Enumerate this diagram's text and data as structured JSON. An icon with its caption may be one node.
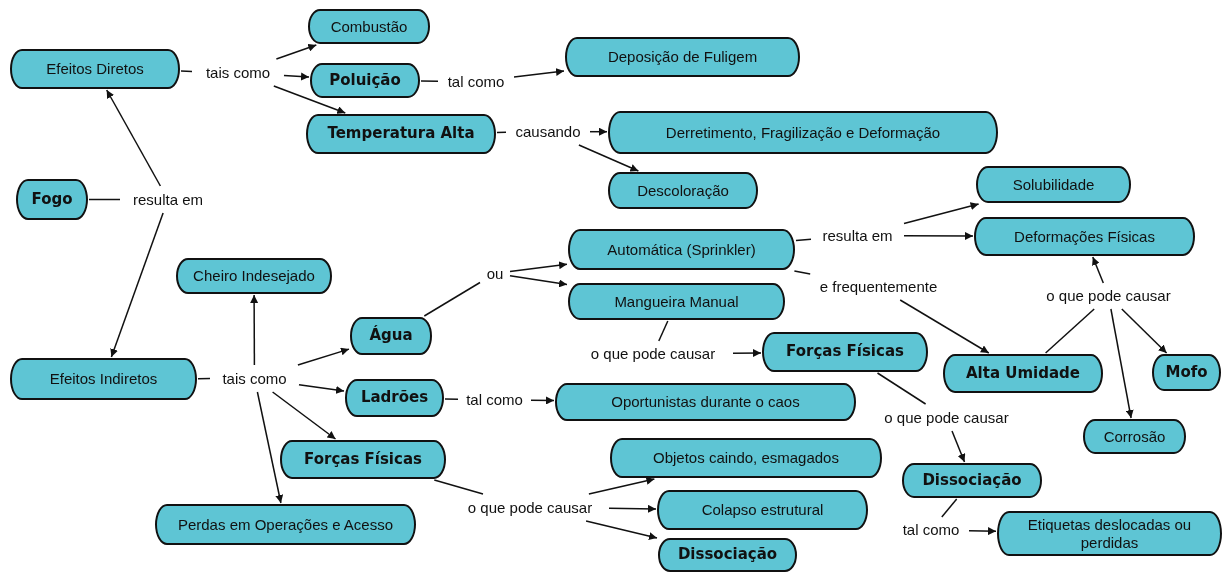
{
  "diagram": {
    "nodes": [
      {
        "text": [
          "Combustão"
        ]
      },
      {
        "text": [
          "Efeitos Diretos"
        ]
      },
      {
        "text": [
          "tais como"
        ]
      },
      {
        "text": [
          "Poluição"
        ]
      },
      {
        "text": [
          "tal como"
        ]
      },
      {
        "text": [
          "Deposição de Fuligem"
        ]
      },
      {
        "text": [
          "Temperatura Alta"
        ]
      },
      {
        "text": [
          "causando"
        ]
      },
      {
        "text": [
          "Derretimento, Fragilização e Deformação"
        ]
      },
      {
        "text": [
          "Descoloração"
        ]
      },
      {
        "text": [
          "Fogo"
        ]
      },
      {
        "text": [
          "resulta em"
        ]
      },
      {
        "text": [
          "Solubilidade"
        ]
      },
      {
        "text": [
          "Automática (Sprinkler)"
        ]
      },
      {
        "text": [
          "resulta em"
        ]
      },
      {
        "text": [
          "Deformações Físicas"
        ]
      },
      {
        "text": [
          "ou"
        ]
      },
      {
        "text": [
          "Cheiro Indesejado"
        ]
      },
      {
        "text": [
          "e frequentemente"
        ]
      },
      {
        "text": [
          "o que pode causar"
        ]
      },
      {
        "text": [
          "Mangueira Manual"
        ]
      },
      {
        "text": [
          "Água"
        ]
      },
      {
        "text": [
          "Forças Físicas"
        ]
      },
      {
        "text": [
          "o que pode causar"
        ]
      },
      {
        "text": [
          "Alta Umidade"
        ]
      },
      {
        "text": [
          "Mofo"
        ]
      },
      {
        "text": [
          "Efeitos Indiretos"
        ]
      },
      {
        "text": [
          "tais como"
        ]
      },
      {
        "text": [
          "Ladrões"
        ]
      },
      {
        "text": [
          "tal como"
        ]
      },
      {
        "text": [
          "Oportunistas durante o caos"
        ]
      },
      {
        "text": [
          "o que pode causar"
        ]
      },
      {
        "text": [
          "Corrosão"
        ]
      },
      {
        "text": [
          "Objetos caindo, esmagados"
        ]
      },
      {
        "text": [
          "Forças Físicas"
        ]
      },
      {
        "text": [
          "Dissociação"
        ]
      },
      {
        "text": [
          "Colapso estrutural"
        ]
      },
      {
        "text": [
          "o que pode causar"
        ]
      },
      {
        "text": [
          "Perdas em Operações e Acesso"
        ]
      },
      {
        "text": [
          "Etiquetas deslocadas ou perdidas"
        ]
      },
      {
        "text": [
          "tal como"
        ]
      },
      {
        "text": [
          "Dissociação"
        ]
      }
    ],
    "edges": [
      {
        "from": 1,
        "to": 2,
        "arrow": "none"
      },
      {
        "from": 2,
        "to": 0,
        "arrow": "to"
      },
      {
        "from": 2,
        "to": 3,
        "arrow": "to"
      },
      {
        "from": 2,
        "to": 6,
        "arrow": "to"
      },
      {
        "from": 3,
        "to": 4,
        "arrow": "none"
      },
      {
        "from": 4,
        "to": 5,
        "arrow": "to"
      },
      {
        "from": 6,
        "to": 7,
        "arrow": "none"
      },
      {
        "from": 7,
        "to": 8,
        "arrow": "to"
      },
      {
        "from": 7,
        "to": 9,
        "arrow": "to"
      },
      {
        "from": 10,
        "to": 11,
        "arrow": "none"
      },
      {
        "from": 11,
        "to": 1,
        "arrow": "to"
      },
      {
        "from": 11,
        "to": 26,
        "arrow": "to"
      },
      {
        "from": 21,
        "to": 16,
        "arrow": "none"
      },
      {
        "from": 16,
        "to": 13,
        "arrow": "to"
      },
      {
        "from": 16,
        "to": 20,
        "arrow": "to"
      },
      {
        "from": 13,
        "to": 14,
        "arrow": "none"
      },
      {
        "from": 14,
        "to": 12,
        "arrow": "to"
      },
      {
        "from": 14,
        "to": 15,
        "arrow": "to"
      },
      {
        "from": 13,
        "to": 18,
        "arrow": "none"
      },
      {
        "from": 18,
        "to": 24,
        "arrow": "to"
      },
      {
        "from": 24,
        "to": 19,
        "arrow": "none"
      },
      {
        "from": 19,
        "to": 15,
        "arrow": "to"
      },
      {
        "from": 19,
        "to": 32,
        "arrow": "to"
      },
      {
        "from": 19,
        "to": 25,
        "arrow": "to"
      },
      {
        "from": 20,
        "to": 23,
        "arrow": "none"
      },
      {
        "from": 23,
        "to": 22,
        "arrow": "to"
      },
      {
        "from": 26,
        "to": 27,
        "arrow": "none"
      },
      {
        "from": 27,
        "to": 17,
        "arrow": "to"
      },
      {
        "from": 27,
        "to": 21,
        "arrow": "to"
      },
      {
        "from": 27,
        "to": 28,
        "arrow": "to"
      },
      {
        "from": 27,
        "to": 34,
        "arrow": "to"
      },
      {
        "from": 27,
        "to": 38,
        "arrow": "to"
      },
      {
        "from": 28,
        "to": 29,
        "arrow": "none"
      },
      {
        "from": 29,
        "to": 30,
        "arrow": "to"
      },
      {
        "from": 22,
        "to": 31,
        "arrow": "none"
      },
      {
        "from": 31,
        "to": 35,
        "arrow": "to"
      },
      {
        "from": 34,
        "to": 37,
        "arrow": "none"
      },
      {
        "from": 37,
        "to": 33,
        "arrow": "to"
      },
      {
        "from": 37,
        "to": 36,
        "arrow": "to"
      },
      {
        "from": 37,
        "to": 41,
        "arrow": "to"
      },
      {
        "from": 35,
        "to": 40,
        "arrow": "none"
      },
      {
        "from": 40,
        "to": 39,
        "arrow": "to"
      }
    ]
  }
}
